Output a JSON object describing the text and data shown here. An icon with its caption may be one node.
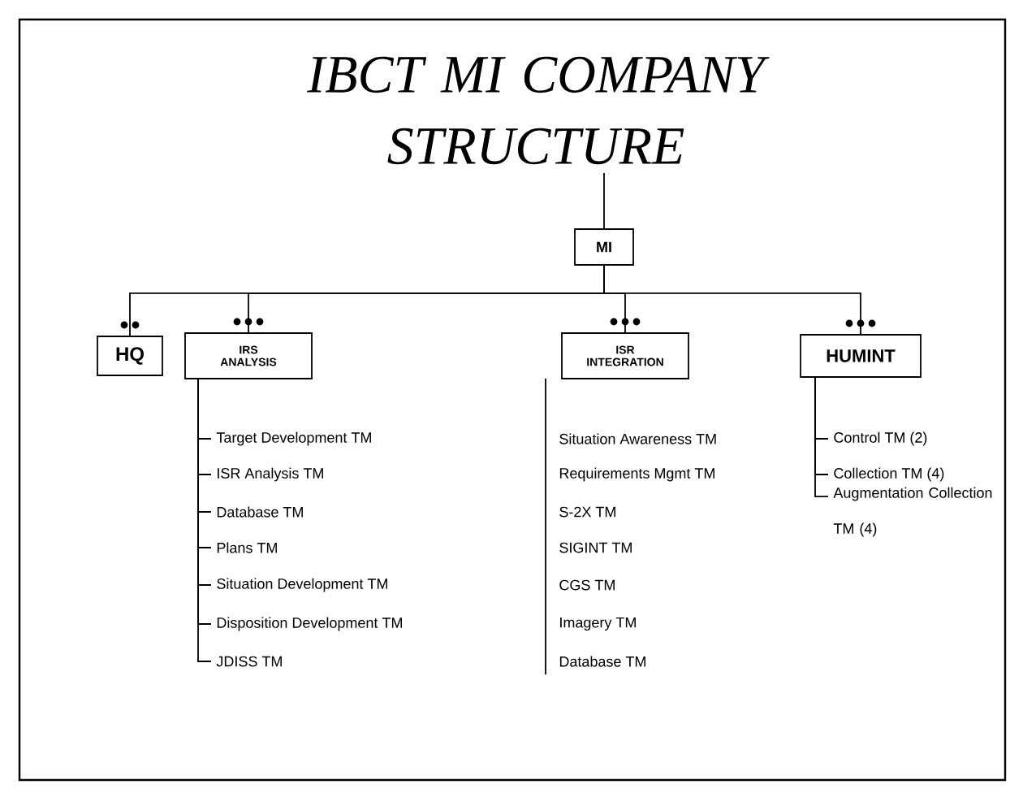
{
  "diagram": {
    "title": "IBCT MI COMPANY STRUCTURE",
    "nodes": [
      {
        "text": [
          "MI"
        ]
      },
      {
        "text": [
          "HQ"
        ]
      },
      {
        "text": [
          "IRS ANALYSIS"
        ]
      },
      {
        "text": [
          "ISR INTEGRATION"
        ]
      },
      {
        "text": [
          "HUMINT"
        ]
      },
      {
        "text": [
          "Target Development TM"
        ]
      },
      {
        "text": [
          "ISR Analysis TM"
        ]
      },
      {
        "text": [
          "Database TM"
        ]
      },
      {
        "text": [
          "Plans TM"
        ]
      },
      {
        "text": [
          "Situation Development TM"
        ]
      },
      {
        "text": [
          "Disposition Development TM"
        ]
      },
      {
        "text": [
          "JDISS TM"
        ]
      },
      {
        "text": [
          "Control TM (2)"
        ]
      },
      {
        "text": [
          "Collection TM (4)"
        ]
      },
      {
        "text": [
          "Augmentation Collection TM (4)"
        ]
      }
    ],
    "edges": [
      {
        "from": null,
        "to": 0,
        "arrow": "none"
      },
      {
        "from": 0,
        "to": 1,
        "arrow": "none"
      },
      {
        "from": 0,
        "to": 2,
        "arrow": "none"
      },
      {
        "from": 0,
        "to": 3,
        "arrow": "none"
      },
      {
        "from": 0,
        "to": 4,
        "arrow": "none"
      },
      {
        "from": 2,
        "to": 5,
        "arrow": "none"
      },
      {
        "from": 2,
        "to": 6,
        "arrow": "none"
      },
      {
        "from": 2,
        "to": 7,
        "arrow": "none"
      },
      {
        "from": 2,
        "to": 8,
        "arrow": "none"
      },
      {
        "from": 2,
        "to": 9,
        "arrow": "none"
      },
      {
        "from": 2,
        "to": 10,
        "arrow": "none"
      },
      {
        "from": 2,
        "to": 11,
        "arrow": "none"
      },
      {
        "from": 4,
        "to": 12,
        "arrow": "none"
      },
      {
        "from": 4,
        "to": 13,
        "arrow": "none"
      },
      {
        "from": 4,
        "to": 14,
        "arrow": "none"
      }
    ],
    "labels": [
      "Situation Awareness TM",
      "Requirements Mgmt TM",
      "S-2X TM",
      "SIGINT TM",
      "CGS TM",
      "Imagery TM",
      "Database TM"
    ]
  }
}
